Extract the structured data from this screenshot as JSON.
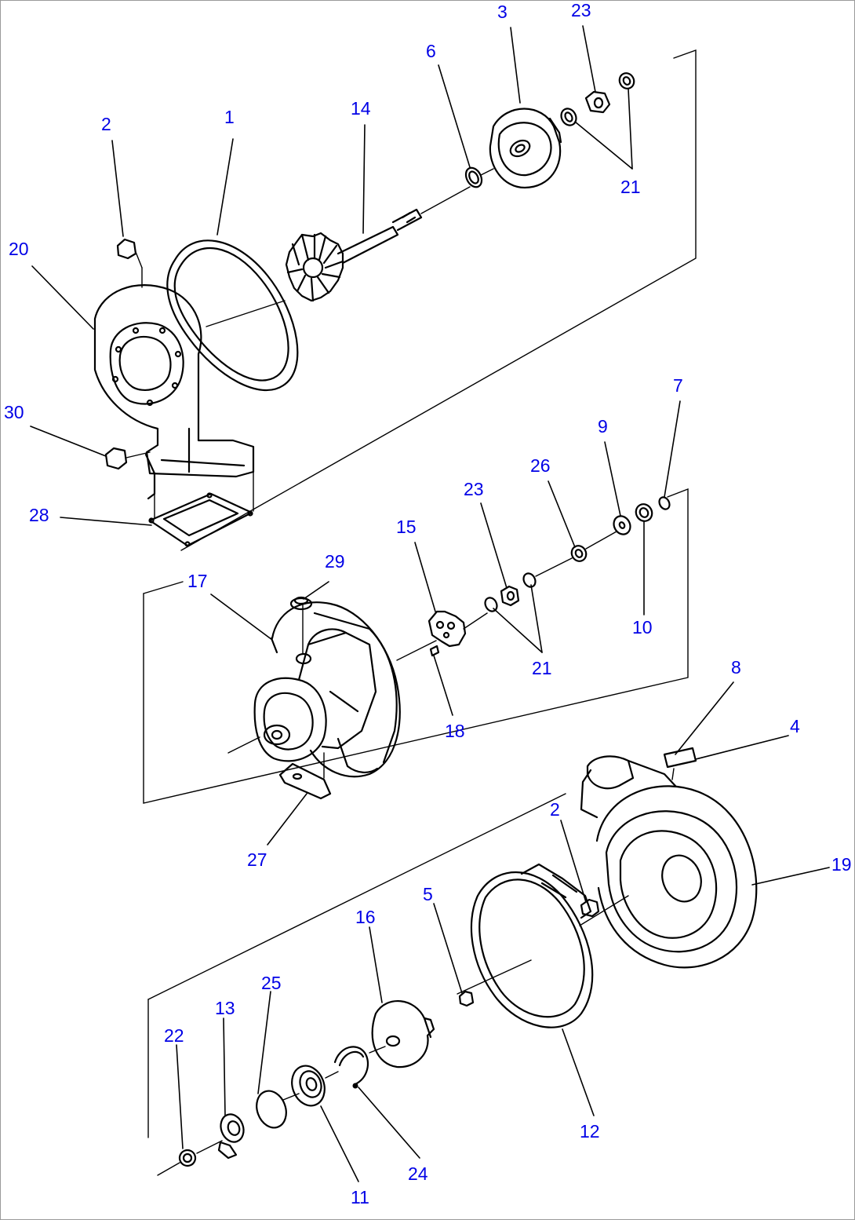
{
  "colors": {
    "callout": "#0000e6",
    "line": "#000000",
    "background": "#ffffff"
  },
  "callouts": [
    {
      "key": "c3",
      "label": "3"
    },
    {
      "key": "c23a",
      "label": "23"
    },
    {
      "key": "c6",
      "label": "6"
    },
    {
      "key": "c14",
      "label": "14"
    },
    {
      "key": "c2a",
      "label": "2"
    },
    {
      "key": "c1",
      "label": "1"
    },
    {
      "key": "c21a",
      "label": "21"
    },
    {
      "key": "c20",
      "label": "20"
    },
    {
      "key": "c30",
      "label": "30"
    },
    {
      "key": "c28",
      "label": "28"
    },
    {
      "key": "c7",
      "label": "7"
    },
    {
      "key": "c9",
      "label": "9"
    },
    {
      "key": "c26",
      "label": "26"
    },
    {
      "key": "c23b",
      "label": "23"
    },
    {
      "key": "c15",
      "label": "15"
    },
    {
      "key": "c29",
      "label": "29"
    },
    {
      "key": "c17",
      "label": "17"
    },
    {
      "key": "c10",
      "label": "10"
    },
    {
      "key": "c21b",
      "label": "21"
    },
    {
      "key": "c18",
      "label": "18"
    },
    {
      "key": "c8",
      "label": "8"
    },
    {
      "key": "c4",
      "label": "4"
    },
    {
      "key": "c27",
      "label": "27"
    },
    {
      "key": "c2b",
      "label": "2"
    },
    {
      "key": "c19",
      "label": "19"
    },
    {
      "key": "c5",
      "label": "5"
    },
    {
      "key": "c16",
      "label": "16"
    },
    {
      "key": "c25",
      "label": "25"
    },
    {
      "key": "c13",
      "label": "13"
    },
    {
      "key": "c22",
      "label": "22"
    },
    {
      "key": "c12",
      "label": "12"
    },
    {
      "key": "c24",
      "label": "24"
    },
    {
      "key": "c11",
      "label": "11"
    }
  ]
}
